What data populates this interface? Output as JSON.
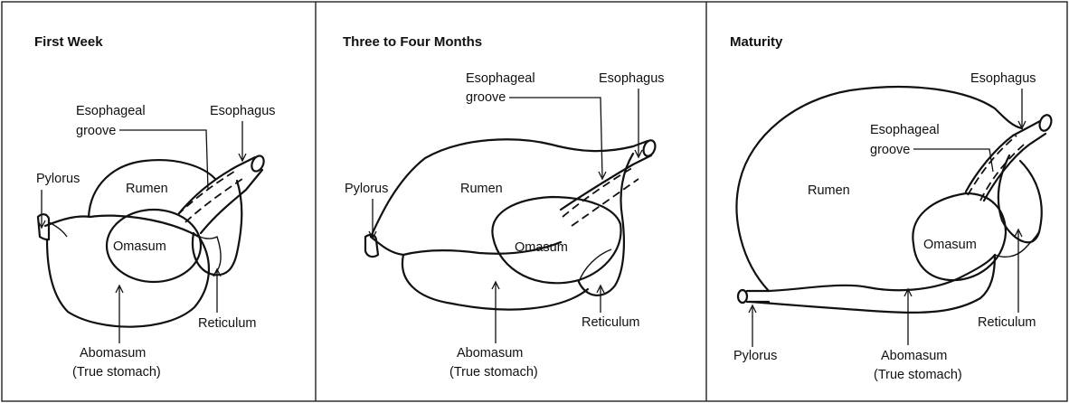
{
  "panels": [
    {
      "title": "First Week",
      "labels": {
        "esophageal_groove_1": "Esophageal",
        "esophageal_groove_2": "groove",
        "esophagus": "Esophagus",
        "pylorus": "Pylorus",
        "rumen": "Rumen",
        "omasum": "Omasum",
        "reticulum": "Reticulum",
        "abomasum_1": "Abomasum",
        "abomasum_2": "(True stomach)"
      }
    },
    {
      "title": "Three to Four Months",
      "labels": {
        "esophageal_groove_1": "Esophageal",
        "esophageal_groove_2": "groove",
        "esophagus": "Esophagus",
        "pylorus": "Pylorus",
        "rumen": "Rumen",
        "omasum": "Omasum",
        "reticulum": "Reticulum",
        "abomasum_1": "Abomasum",
        "abomasum_2": "(True stomach)"
      }
    },
    {
      "title": "Maturity",
      "labels": {
        "esophagus": "Esophagus",
        "esophageal_groove_1": "Esophageal",
        "esophageal_groove_2": "groove",
        "rumen": "Rumen",
        "omasum": "Omasum",
        "reticulum": "Reticulum",
        "pylorus": "Pylorus",
        "abomasum_1": "Abomasum",
        "abomasum_2": "(True stomach)"
      }
    }
  ]
}
